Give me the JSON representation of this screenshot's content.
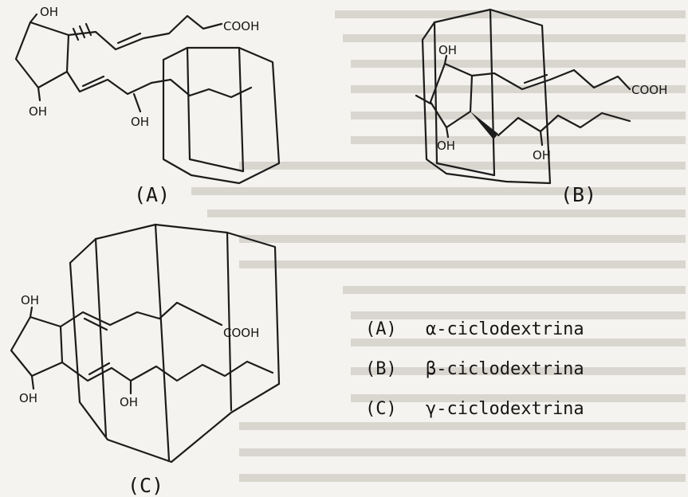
{
  "molecules": [
    {
      "panel_label": "(A)",
      "hydroxyl_labels": [
        "OH",
        "OH",
        "OH"
      ],
      "acid_label": "COOH"
    },
    {
      "panel_label": "(B)",
      "hydroxyl_labels": [
        "OH",
        "OH",
        "OH"
      ],
      "acid_label": "COOH"
    },
    {
      "panel_label": "(C)",
      "hydroxyl_labels": [
        "OH",
        "OH",
        "OH"
      ],
      "acid_label": "COOH"
    }
  ],
  "legend": [
    {
      "key": "(A)",
      "text": "α-ciclodextrina"
    },
    {
      "key": "(B)",
      "text": "β-ciclodextrina"
    },
    {
      "key": "(C)",
      "text": "γ-ciclodextrina"
    }
  ]
}
